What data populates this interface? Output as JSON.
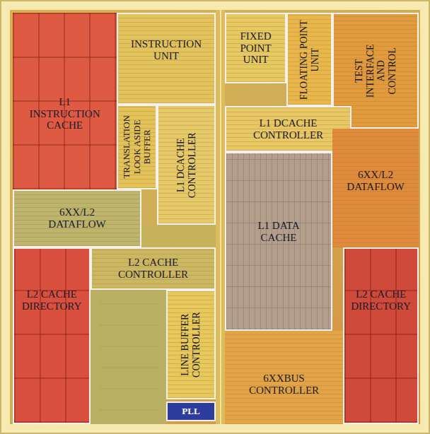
{
  "diagram": {
    "nodes": [
      {
        "text": [
          "INSTRUCTION UNIT"
        ]
      },
      {
        "text": [
          "FIXED POINT UNIT"
        ]
      },
      {
        "text": [
          "FLOATING POINT UNIT"
        ]
      },
      {
        "text": [
          "TEST INTERFACE AND CONTROL"
        ]
      },
      {
        "text": [
          "L1 INSTRUCTION CACHE"
        ]
      },
      {
        "text": [
          "TRANSLATION LOOK ASIDE BUFFER"
        ]
      },
      {
        "text": [
          "L1 DCACHE CONTROLLER"
        ]
      },
      {
        "text": [
          "L1 DCACHE CONTROLLER"
        ]
      },
      {
        "text": [
          "6XX/L2 DATAFLOW"
        ]
      },
      {
        "text": [
          "L1 DATA CACHE"
        ]
      },
      {
        "text": [
          "6XX/L2 DATAFLOW"
        ]
      },
      {
        "text": [
          "L2 CACHE CONTROLLER"
        ]
      },
      {
        "text": [
          "L2 CACHE DIRECTORY"
        ]
      },
      {
        "text": [
          "LINE BUFFER CONTROLLER"
        ]
      },
      {
        "text": [
          "6XXBUS CONTROLLER"
        ]
      },
      {
        "text": [
          "L2 CACHE DIRECTORY"
        ]
      },
      {
        "text": [
          "PLL"
        ]
      }
    ]
  }
}
